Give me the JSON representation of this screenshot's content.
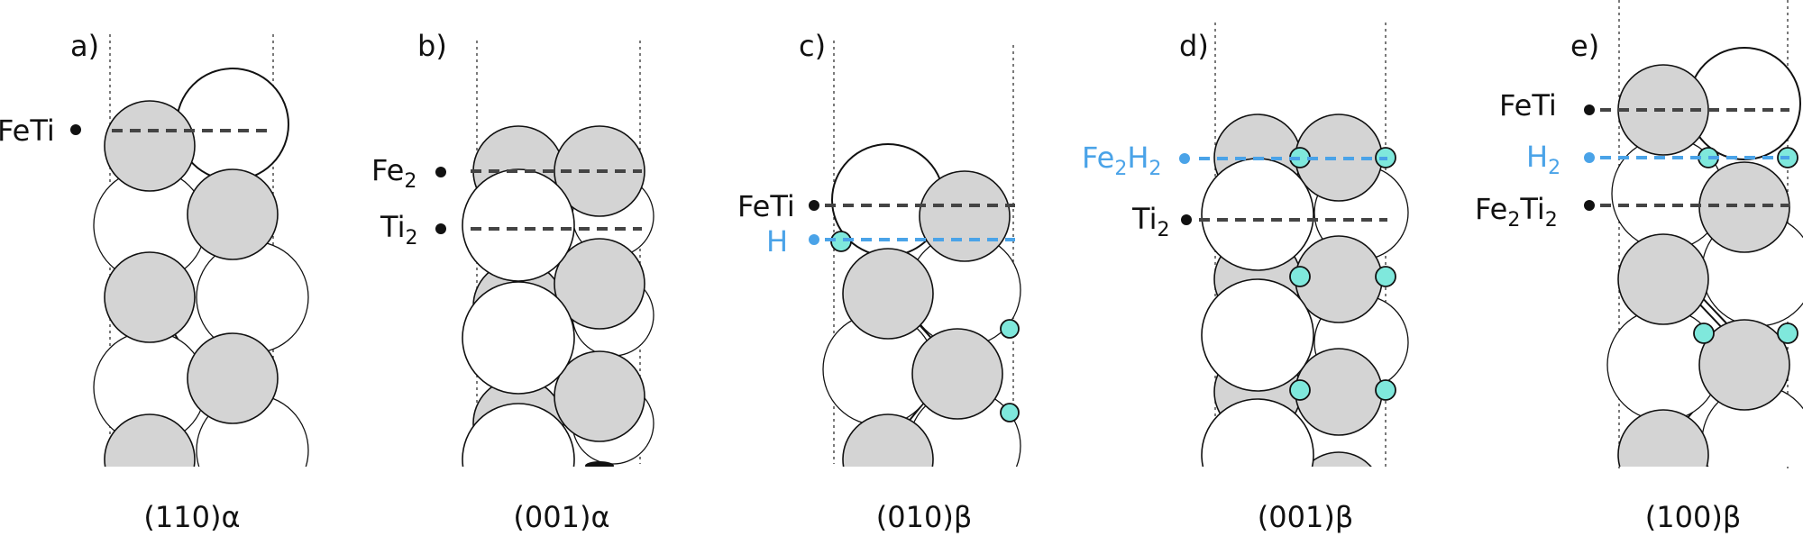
{
  "colors": {
    "text": "#111111",
    "hydrogen_text": "#4aa3e8",
    "guide_line": "#444444",
    "fe_atom_fill": "#d4d4d4",
    "ti_atom_fill": "#ffffff",
    "h_atom_fill": "#7fe8dc",
    "atom_stroke": "#111111"
  },
  "panels": [
    {
      "letter": "a)",
      "caption": "(110)α",
      "labels": [
        {
          "text": "FeTi",
          "color": "text",
          "main": "FeTi",
          "sub": ""
        }
      ]
    },
    {
      "letter": "b)",
      "caption": "(001)α",
      "labels": [
        {
          "text": "Fe2",
          "color": "text",
          "main": "Fe",
          "sub": "2"
        },
        {
          "text": "Ti2",
          "color": "text",
          "main": "Ti",
          "sub": "2"
        }
      ]
    },
    {
      "letter": "c)",
      "caption": "(010)β",
      "labels": [
        {
          "text": "FeTi",
          "color": "text",
          "main": "FeTi",
          "sub": ""
        },
        {
          "text": "H",
          "color": "hydrogen",
          "main": "H",
          "sub": ""
        }
      ]
    },
    {
      "letter": "d)",
      "caption": "(001)β",
      "labels": [
        {
          "text": "Fe2H2",
          "color": "hydrogen",
          "parts": [
            "Fe",
            "2",
            "H",
            "2"
          ]
        },
        {
          "text": "Ti2",
          "color": "text",
          "main": "Ti",
          "sub": "2"
        }
      ]
    },
    {
      "letter": "e)",
      "caption": "(100)β",
      "labels": [
        {
          "text": "FeTi",
          "color": "text",
          "main": "FeTi",
          "sub": ""
        },
        {
          "text": "H2",
          "color": "hydrogen",
          "main": "H",
          "sub": "2"
        },
        {
          "text": "Fe2Ti2",
          "color": "text",
          "parts": [
            "Fe",
            "2",
            "Ti",
            "2"
          ]
        }
      ]
    }
  ]
}
